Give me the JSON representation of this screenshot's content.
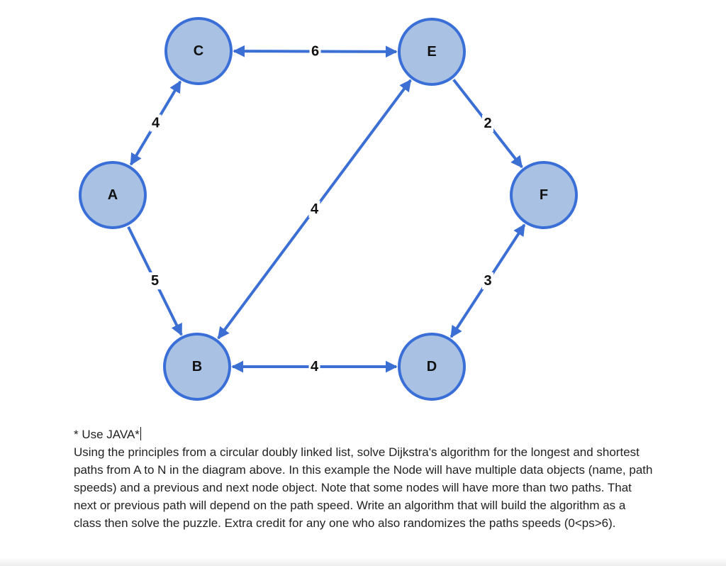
{
  "colors": {
    "edge": "#3b6fd4",
    "node_fill": "#a9c1e2",
    "node_stroke": "#3a6fd8",
    "text": "#222222"
  },
  "graph": {
    "nodes": [
      {
        "id": "A",
        "label": "A"
      },
      {
        "id": "B",
        "label": "B"
      },
      {
        "id": "C",
        "label": "C"
      },
      {
        "id": "D",
        "label": "D"
      },
      {
        "id": "E",
        "label": "E"
      },
      {
        "id": "F",
        "label": "F"
      }
    ],
    "edges": [
      {
        "from": "C",
        "to": "E",
        "weight": "6",
        "direction": "both"
      },
      {
        "from": "A",
        "to": "C",
        "weight": "4",
        "direction": "both"
      },
      {
        "from": "E",
        "to": "F",
        "weight": "2",
        "direction": "forward"
      },
      {
        "from": "B",
        "to": "E",
        "weight": "4",
        "direction": "both"
      },
      {
        "from": "A",
        "to": "B",
        "weight": "5",
        "direction": "forward"
      },
      {
        "from": "D",
        "to": "F",
        "weight": "3",
        "direction": "both"
      },
      {
        "from": "B",
        "to": "D",
        "weight": "4",
        "direction": "both"
      }
    ]
  },
  "question": {
    "note": "* Use JAVA*",
    "body": "Using the principles from a circular doubly linked list, solve Dijkstra's algorithm for the longest and shortest paths from A to N in the diagram above. In this example the Node will have multiple data objects (name, path speeds) and a previous and next node object. Note that some nodes will have more than two paths. That next or previous path will depend on the path speed. Write an algorithm that will build the algorithm as a class then solve the puzzle. Extra credit for any one who also randomizes the paths speeds (0<ps>6)."
  }
}
